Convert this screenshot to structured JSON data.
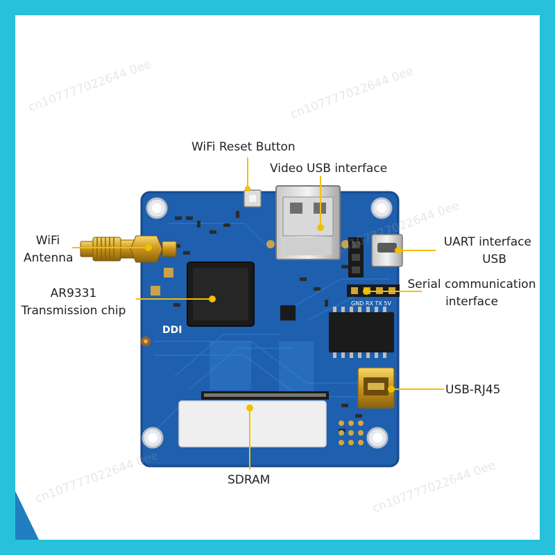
{
  "labels": {
    "wifi_reset": "WiFi Reset Button",
    "video_usb": "Video USB interface",
    "wifi_antenna": [
      "WiFi",
      "Antenna"
    ],
    "uart_usb": [
      "UART interface",
      "USB"
    ],
    "ar9331": [
      "AR9331",
      "Transmission chip"
    ],
    "serial": [
      "Serial communication",
      "interface"
    ],
    "usb_rj45": "USB-RJ45",
    "sdram": "SDRAM"
  },
  "silkscreen": {
    "pins": "GND RX TX 5V",
    "logo": "DDI"
  },
  "colors": {
    "outer_border": "#27c1dc",
    "pcb": "#1e5fae",
    "callout": "#f2c000"
  }
}
